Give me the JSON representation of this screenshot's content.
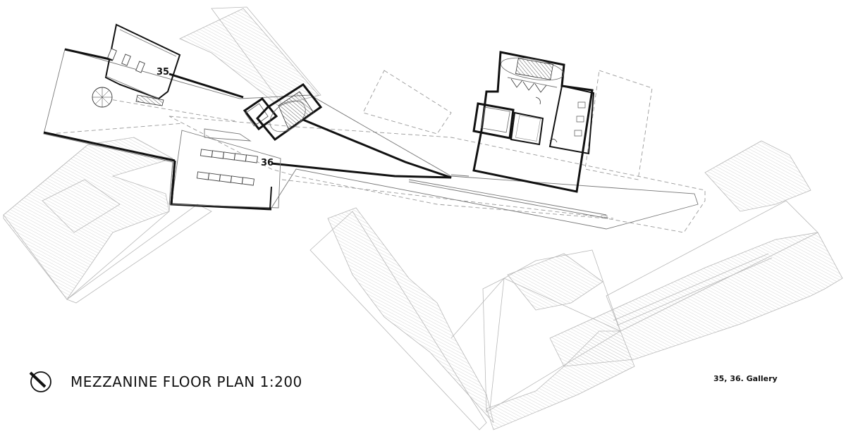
{
  "drawing": {
    "title": "MEZZANINE FLOOR PLAN 1:200",
    "scale": "1:200",
    "north_arrow": "north-arrow-icon"
  },
  "rooms": [
    {
      "number": "35",
      "name": "Gallery"
    },
    {
      "number": "36",
      "name": "Gallery"
    }
  ],
  "legend": {
    "text": "35, 36. Gallery"
  },
  "colors": {
    "walls": "#111111",
    "context_lines": "#b8b8b8",
    "background": "#ffffff"
  }
}
